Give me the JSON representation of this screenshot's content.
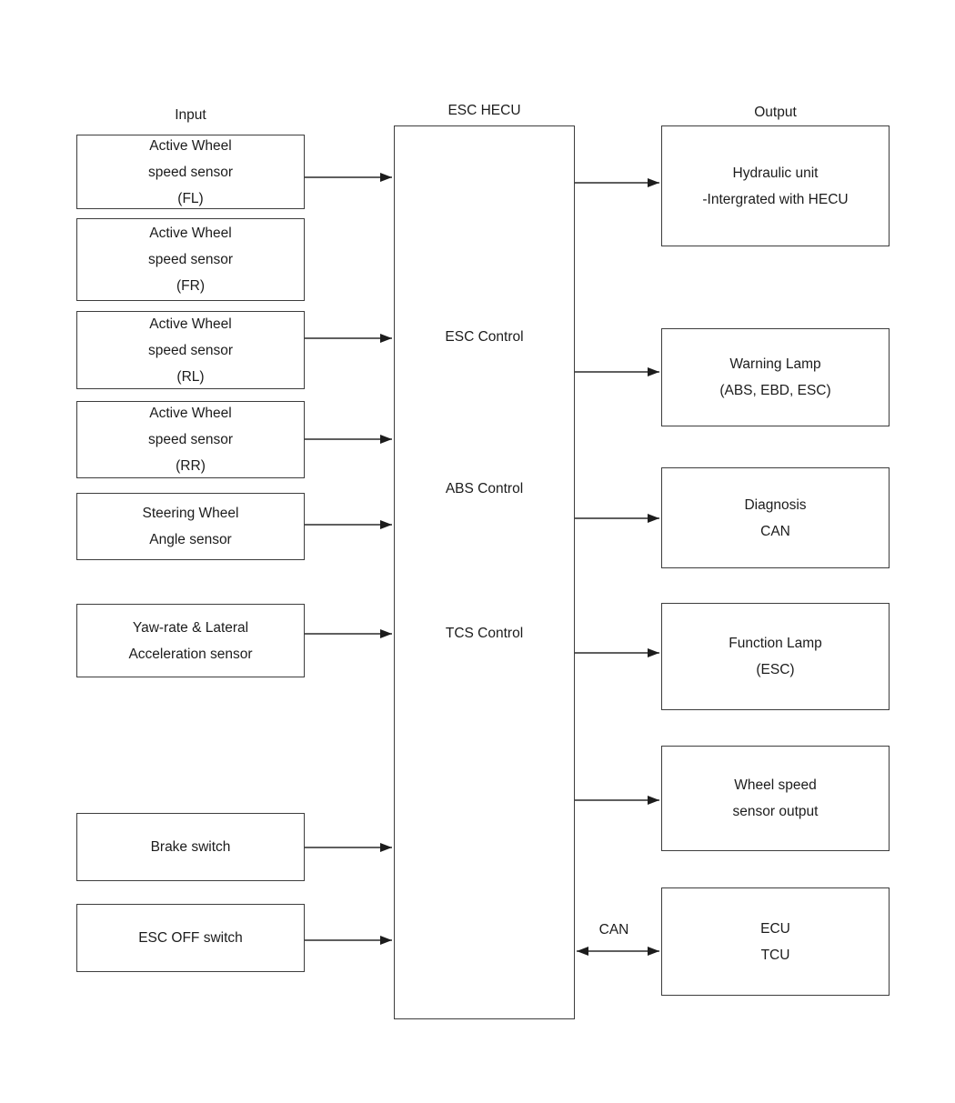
{
  "labels": {
    "input_column": "Input",
    "center_column": "ESC HECU",
    "output_column": "Output",
    "can_bus": "CAN"
  },
  "hecu_box": {
    "functions": [
      "ESC Control",
      "ABS Control",
      "TCS Control"
    ]
  },
  "input_boxes": [
    {
      "id": "wheel-speed-fl",
      "lines": [
        "Active Wheel",
        "speed sensor",
        "(FL)"
      ]
    },
    {
      "id": "wheel-speed-fr",
      "lines": [
        "Active Wheel",
        "speed sensor",
        "(FR)"
      ]
    },
    {
      "id": "wheel-speed-rl",
      "lines": [
        "Active Wheel",
        "speed sensor",
        "(RL)"
      ]
    },
    {
      "id": "wheel-speed-rr",
      "lines": [
        "Active Wheel",
        "speed sensor",
        "(RR)"
      ]
    },
    {
      "id": "steering-angle-sensor",
      "lines": [
        "Steering Wheel",
        "Angle sensor"
      ]
    },
    {
      "id": "yaw-rate-lateral-sensor",
      "lines": [
        "Yaw-rate & Lateral",
        "Acceleration sensor"
      ]
    },
    {
      "id": "brake-switch",
      "lines": [
        "Brake switch"
      ]
    },
    {
      "id": "esc-off-switch",
      "lines": [
        "ESC OFF switch"
      ]
    }
  ],
  "output_boxes": [
    {
      "id": "hydraulic-unit",
      "lines": [
        "Hydraulic unit",
        "-Intergrated with HECU"
      ]
    },
    {
      "id": "warning-lamp",
      "lines": [
        "Warning Lamp",
        "(ABS, EBD, ESC)"
      ]
    },
    {
      "id": "diagnosis-can",
      "lines": [
        "Diagnosis",
        "CAN"
      ]
    },
    {
      "id": "function-lamp",
      "lines": [
        "Function Lamp",
        "(ESC)"
      ]
    },
    {
      "id": "wheel-speed-sensor-output",
      "lines": [
        "Wheel speed",
        "sensor output"
      ]
    },
    {
      "id": "ecu-tcu",
      "lines": [
        "ECU",
        "TCU"
      ]
    }
  ],
  "colors": {
    "line": "#2a2a2a",
    "box_border": "#3d3d3d",
    "text": "#1c1c1c",
    "background": "#ffffff"
  }
}
